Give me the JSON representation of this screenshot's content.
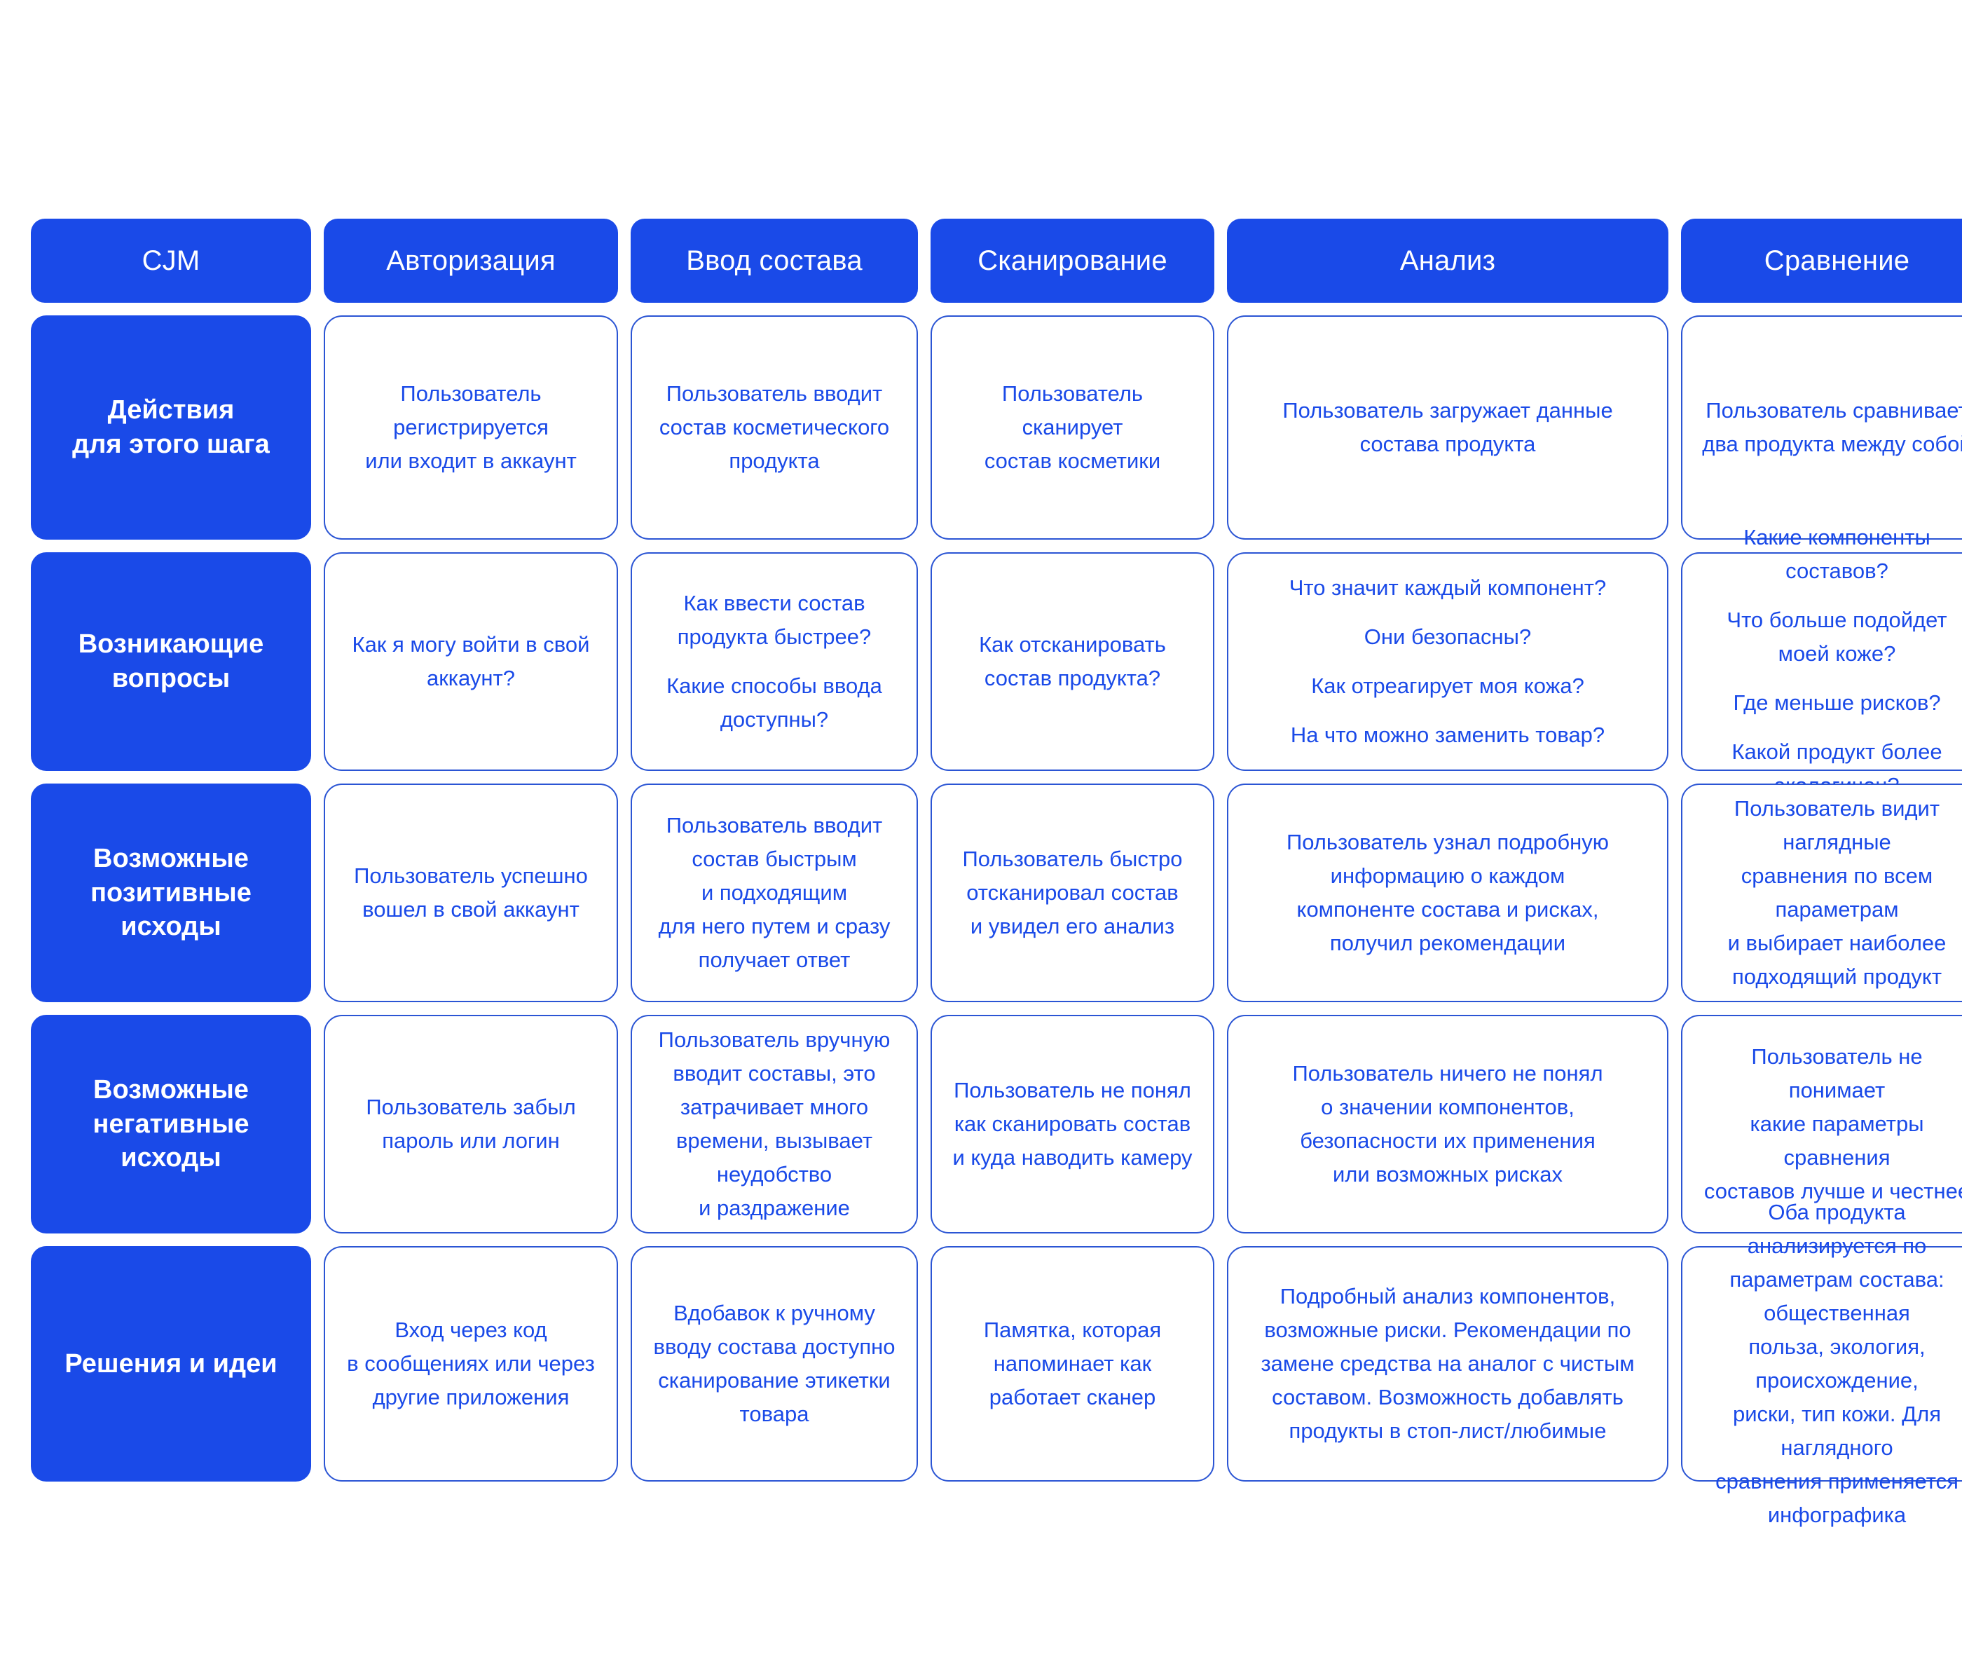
{
  "map": {
    "title": "CJM",
    "accent_color": "#1A4AE8",
    "card_border_color": "#2B55D4",
    "card_text_color": "#1A4AE8",
    "background_color": "#FFFFFF"
  },
  "columns": [
    {
      "label": "CJM"
    },
    {
      "label": "Авторизация"
    },
    {
      "label": "Ввод состава"
    },
    {
      "label": "Сканирование"
    },
    {
      "label": "Анализ"
    },
    {
      "label": "Сравнение"
    }
  ],
  "rows": [
    {
      "label": "Действия\nдля этого шага",
      "label_lines": [
        "Действия",
        "для этого шага"
      ],
      "cells": [
        {
          "lines": [
            "Пользователь",
            "регистрируется",
            "или входит в аккаунт"
          ]
        },
        {
          "lines": [
            "Пользователь вводит",
            "состав косметического",
            "продукта"
          ]
        },
        {
          "lines": [
            "Пользователь сканирует",
            "состав косметики"
          ]
        },
        {
          "lines": [
            "Пользователь загружает данные",
            "состава продукта"
          ]
        },
        {
          "lines": [
            "Пользователь сравнивает",
            "два продукта между собой"
          ]
        }
      ]
    },
    {
      "label": "Возникающие\nвопросы",
      "label_lines": [
        "Возникающие",
        "вопросы"
      ],
      "cells": [
        {
          "lines": [
            "Как я могу войти в свой",
            "аккаунт?"
          ]
        },
        {
          "lines": [
            "Как ввести состав",
            "продукта быстрее?",
            "Какие способы ввода",
            "доступны?"
          ],
          "groups": [
            [
              "Как ввести состав",
              "продукта быстрее?"
            ],
            [
              "Какие способы ввода",
              "доступны?"
            ]
          ]
        },
        {
          "lines": [
            "Как отсканировать",
            "состав продукта?"
          ]
        },
        {
          "lines": [
            "Что значит каждый компонент?",
            "Они безопасны?",
            "Как отреагирует моя кожа?",
            "На что можно заменить товар?"
          ],
          "groups": [
            [
              "Что значит каждый компонент?"
            ],
            [
              "Они безопасны?"
            ],
            [
              "Как отреагирует моя кожа?"
            ],
            [
              "На что можно заменить товар?"
            ]
          ]
        },
        {
          "lines": [
            "Какие компоненты составов?",
            "Что больше подойдет моей коже?",
            "Где меньше рисков?",
            "Какой продукт более экологичен?"
          ],
          "groups": [
            [
              "Какие компоненты составов?"
            ],
            [
              "Что больше подойдет моей коже?"
            ],
            [
              "Где меньше рисков?"
            ],
            [
              "Какой продукт более экологичен?"
            ]
          ]
        }
      ]
    },
    {
      "label": "Возможные\nпозитивные\nисходы",
      "label_lines": [
        "Возможные",
        "позитивные",
        "исходы"
      ],
      "cells": [
        {
          "lines": [
            "Пользователь успешно",
            "вошел в свой аккаунт"
          ]
        },
        {
          "lines": [
            "Пользователь вводит",
            "состав быстрым",
            "и подходящим",
            "для него путем и сразу",
            "получает ответ"
          ]
        },
        {
          "lines": [
            "Пользователь быстро",
            "отсканировал состав",
            "и увидел его анализ"
          ]
        },
        {
          "lines": [
            "Пользователь узнал подробную",
            "информацию о каждом",
            "компоненте состава и рисках,",
            "получил рекомендации"
          ]
        },
        {
          "lines": [
            "Пользователь видит наглядные",
            "сравнения по всем параметрам",
            "и выбирает наиболее",
            "подходящий продукт"
          ]
        }
      ]
    },
    {
      "label": "Возможные\nнегативные\nисходы",
      "label_lines": [
        "Возможные",
        "негативные",
        "исходы"
      ],
      "cells": [
        {
          "lines": [
            "Пользователь забыл",
            "пароль или логин"
          ]
        },
        {
          "lines": [
            "Пользователь вручную",
            "вводит составы, это",
            "затрачивает много",
            "времени, вызывает",
            "неудобство",
            "и раздражение"
          ]
        },
        {
          "lines": [
            "Пользователь не понял",
            "как сканировать состав",
            "и куда наводить камеру"
          ]
        },
        {
          "lines": [
            "Пользователь ничего не понял",
            "о значении компонентов,",
            "безопасности их применения",
            "или возможных рисках"
          ]
        },
        {
          "lines": [
            "Пользователь не понимает",
            "какие параметры сравнения",
            "составов лучше и честнее"
          ]
        }
      ]
    },
    {
      "label": "Решения и идеи",
      "label_lines": [
        "Решения и идеи"
      ],
      "cells": [
        {
          "lines": [
            "Вход через код",
            "в сообщениях или через",
            "другие приложения"
          ]
        },
        {
          "lines": [
            "Вдобавок к ручному",
            "вводу состава доступно",
            "сканирование этикетки",
            "товара"
          ]
        },
        {
          "lines": [
            "Памятка, которая",
            "напоминает как",
            "работает сканер"
          ]
        },
        {
          "lines": [
            "Подробный анализ компонентов,",
            "возможные риски. Рекомендации по",
            "замене средства на аналог с чистым",
            "составом. Возможность добавлять",
            "продукты в стоп-лист/любимые"
          ]
        },
        {
          "lines": [
            "Оба продукта анализируется по",
            "параметрам состава: общественная",
            "польза, экология, происхождение,",
            "риски, тип кожи. Для наглядного",
            "сравнения применяется инфографика"
          ]
        }
      ]
    }
  ]
}
